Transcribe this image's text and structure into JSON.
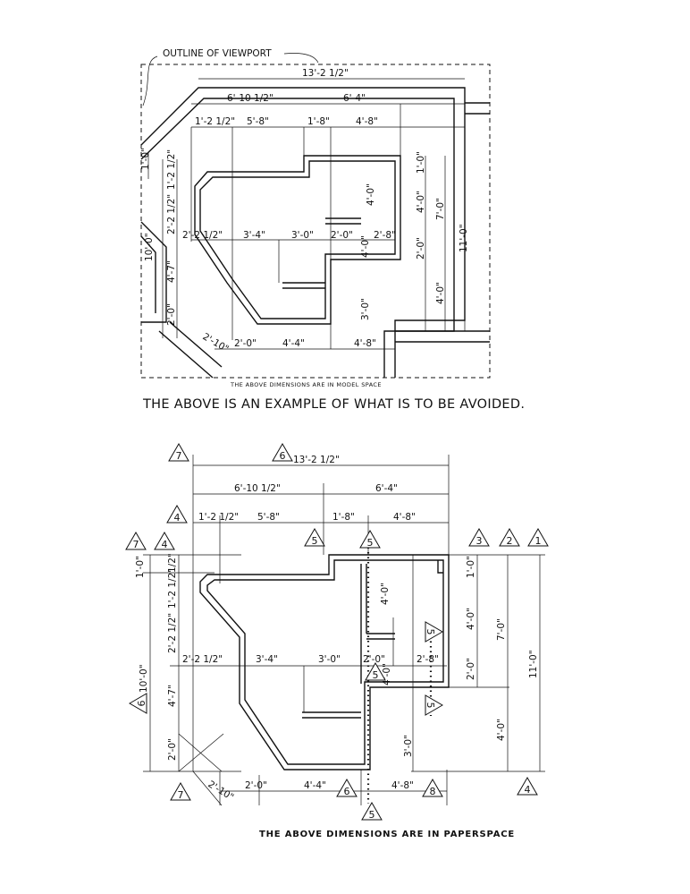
{
  "top": {
    "viewport_label": "OUTLINE OF VIEWPORT",
    "overall": "13'-2 1/2\"",
    "row2": [
      "6'-10 1/2\"",
      "6'-4\""
    ],
    "row3": [
      "1'-2 1/2\"",
      "5'-8\"",
      "1'-8\"",
      "4'-8\""
    ],
    "left_v": [
      "1'-0\"",
      "1'-2 1/2\"",
      "2'-2 1/2\"",
      "4'-7\"",
      "2'-0\"",
      "10'-0\""
    ],
    "inner_h": [
      "2'-2 1/2\"",
      "3'-4\"",
      "3'-0\"",
      "2'-0\"",
      "2'-8\""
    ],
    "inner_v": [
      "4'-0\"",
      "4'-0\"",
      "3'-0\""
    ],
    "right_v": [
      "1'-0\"",
      "4'-0\"",
      "2'-0\"",
      "4'-0\"",
      "7'-0\"",
      "11'-0\""
    ],
    "bottom": [
      "2'-10\"",
      "2'-0\"",
      "4'-4\"",
      "4'-8\""
    ],
    "small_note": "THE ABOVE DIMENSIONS ARE IN MODEL SPACE",
    "caption": "THE ABOVE IS AN EXAMPLE OF WHAT IS TO BE AVOIDED."
  },
  "bottom": {
    "overall": "13'-2 1/2\"",
    "row2": [
      "6'-10 1/2\"",
      "6'-4\""
    ],
    "row3": [
      "1'-2 1/2\"",
      "5'-8\"",
      "1'-8\"",
      "4'-8\""
    ],
    "left_v": [
      "1'-0\"",
      "1'-2 1/2\"",
      "2'-2 1/2\"",
      "4'-7\"",
      "2'-0\"",
      "10'-0\"",
      "1/2\""
    ],
    "inner_h": [
      "2'-2 1/2\"",
      "3'-4\"",
      "3'-0\"",
      "2'-0\"",
      "2'-8\""
    ],
    "inner_v": [
      "4'-0\"",
      "4'-0\"",
      "3'-0\""
    ],
    "right_v": [
      "1'-0\"",
      "4'-0\"",
      "2'-0\"",
      "4'-0\"",
      "7'-0\"",
      "11'-0\""
    ],
    "bottom": [
      "2'-10\"",
      "2'-0\"",
      "4'-4\"",
      "4'-8\""
    ],
    "tags": [
      "7",
      "6",
      "4",
      "7",
      "4",
      "5",
      "5",
      "3",
      "2",
      "1",
      "5",
      "5",
      "5",
      "6",
      "7",
      "6",
      "8",
      "4",
      "5"
    ],
    "note": "THE ABOVE DIMENSIONS ARE IN PAPERSPACE"
  },
  "colors": {
    "ink": "#111111",
    "paper": "#ffffff"
  }
}
